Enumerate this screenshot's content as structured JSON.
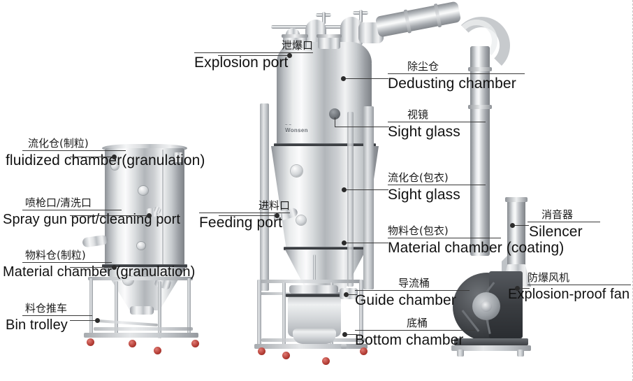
{
  "diagram": {
    "title": "Fluid Bed Granulator / Coater — annotated equipment diagram",
    "brand_logo": "Wonsen",
    "background_color": "#ffffff",
    "leader_color": "#3a3a3a",
    "steel_color": "#c9ced2",
    "fan_color": "#3a3d41",
    "caster_color": "#b23b33"
  },
  "callouts": [
    {
      "id": "explosion-port",
      "cn": "泄爆口",
      "en": "Explosion port",
      "side": "left",
      "target": "top dome vent of dedusting chamber"
    },
    {
      "id": "dedusting-chamber",
      "cn": "除尘仓",
      "en": "Dedusting chamber",
      "side": "right",
      "target": "upper cylindrical vessel"
    },
    {
      "id": "sight-glass-upper",
      "cn": "视镜",
      "en": "Sight glass",
      "side": "right",
      "target": "round porthole on dedusting chamber"
    },
    {
      "id": "fluidized-chamber-coating",
      "cn": "流化仓(包衣)",
      "en": "Sight glass",
      "side": "right",
      "target": "conical fluidized bed section"
    },
    {
      "id": "material-chamber-coating",
      "cn": "物料仓(包衣)",
      "en": "Material chamber (coating)",
      "side": "right",
      "target": "lower cone of main tower"
    },
    {
      "id": "feeding-port",
      "cn": "进料口",
      "en": "Feeding port",
      "side": "left",
      "target": "side inlet nozzle of main tower"
    },
    {
      "id": "guide-chamber",
      "cn": "导流桶",
      "en": "Guide chamber",
      "side": "right",
      "target": "cylindrical vessel inside base frame"
    },
    {
      "id": "bottom-chamber",
      "cn": "底桶",
      "en": "Bottom chamber",
      "side": "right",
      "target": "bottom bowl inside base frame"
    },
    {
      "id": "silencer",
      "cn": "消音器",
      "en": "Silencer",
      "side": "right",
      "target": "vertical muffler stack above fan"
    },
    {
      "id": "explosion-proof-fan",
      "cn": "防爆风机",
      "en": "Explosion-proof fan",
      "side": "right",
      "target": "dark blower housing"
    },
    {
      "id": "fluidized-chamber-granulation",
      "cn": "流化仓(制粒)",
      "en": "fluidized   chamber(granulation)",
      "side": "left",
      "target": "upper cylinder of left bin"
    },
    {
      "id": "spray-gun-cleaning-port",
      "cn": "喷枪口/清洗口",
      "en": "Spray gun port/cleaning port",
      "side": "left",
      "target": "nozzle fitting on left bin wall"
    },
    {
      "id": "material-chamber-granulation",
      "cn": "物料仓(制粒)",
      "en": "Material chamber (granulation)",
      "side": "left",
      "target": "conical hopper of left bin"
    },
    {
      "id": "bin-trolley",
      "cn": "料仓推车",
      "en": "Bin trolley",
      "side": "left",
      "target": "wheeled trolley frame under left bin"
    }
  ]
}
